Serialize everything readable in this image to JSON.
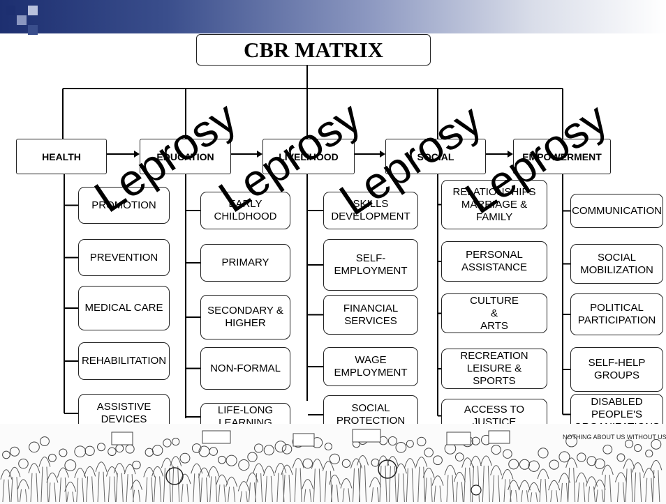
{
  "title": "CBR MATRIX",
  "watermark": "Leprosy",
  "components": [
    {
      "name": "HEALTH",
      "items": [
        "PROMOTION",
        "PREVENTION",
        "MEDICAL CARE",
        "REHABILITATION",
        "ASSISTIVE\nDEVICES"
      ]
    },
    {
      "name": "EDUCATION",
      "items": [
        "EARLY\nCHILDHOOD",
        "PRIMARY",
        "SECONDARY &\nHIGHER",
        "NON-FORMAL",
        "LIFE-LONG\nLEARNING"
      ]
    },
    {
      "name": "LIVELIHOOD",
      "items": [
        "SKILLS\nDEVELOPMENT",
        "SELF-\nEMPLOYMENT",
        "FINANCIAL\nSERVICES",
        "WAGE\nEMPLOYMENT",
        "SOCIAL\nPROTECTION"
      ]
    },
    {
      "name": "SOCIAL",
      "items": [
        "RELATIONSHIPS\nMARRIAGE &\nFAMILY",
        "PERSONAL\nASSISTANCE",
        "CULTURE\n&\nARTS",
        "RECREATION\nLEISURE  &\nSPORTS",
        "ACCESS TO\nJUSTICE"
      ]
    },
    {
      "name": "EMPOWERMENT",
      "items": [
        "COMMUNICATION",
        "SOCIAL\nMOBILIZATION",
        "POLITICAL\nPARTICIPATION",
        "SELF-HELP\nGROUPS",
        "DISABLED\nPEOPLE'S\nORGANIZATIONS"
      ]
    }
  ],
  "footer_banner_text": "NOTHING ABOUT US WITHOUT US"
}
